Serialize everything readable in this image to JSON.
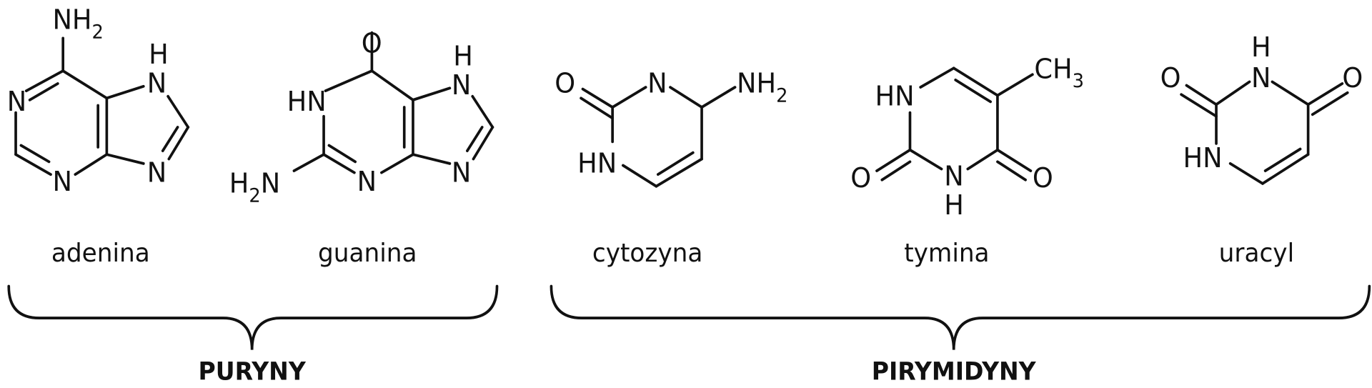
{
  "molecules": {
    "adenine": {
      "name": "adenina",
      "atoms": {
        "nh2": "NH",
        "nh2_sub": "2",
        "n1": "N",
        "n3": "N",
        "n7": "N",
        "n7_h": "H",
        "n9": "N"
      }
    },
    "guanine": {
      "name": "guanina",
      "atoms": {
        "o": "O",
        "n1": "HN",
        "h2n": "H",
        "h2n_sub": "2",
        "h2n_n": "N",
        "n3": "N",
        "n7": "N",
        "n7_h": "H",
        "n9": "N"
      }
    },
    "cytosine": {
      "name": "cytozyna",
      "atoms": {
        "o": "O",
        "n3": "N",
        "nh2": "NH",
        "nh2_sub": "2",
        "n1": "HN"
      }
    },
    "thymine": {
      "name": "tymina",
      "atoms": {
        "n1": "HN",
        "ch3": "CH",
        "ch3_sub": "3",
        "o2": "O",
        "n3": "N",
        "n3_h": "H",
        "o4": "O"
      }
    },
    "uracil": {
      "name": "uracyl",
      "atoms": {
        "o2": "O",
        "n3": "N",
        "n3_h": "H",
        "o4": "O",
        "n1": "HN"
      }
    }
  },
  "groups": {
    "purines": "PURYNY",
    "pyrimidines": "PIRYMIDYNY"
  }
}
